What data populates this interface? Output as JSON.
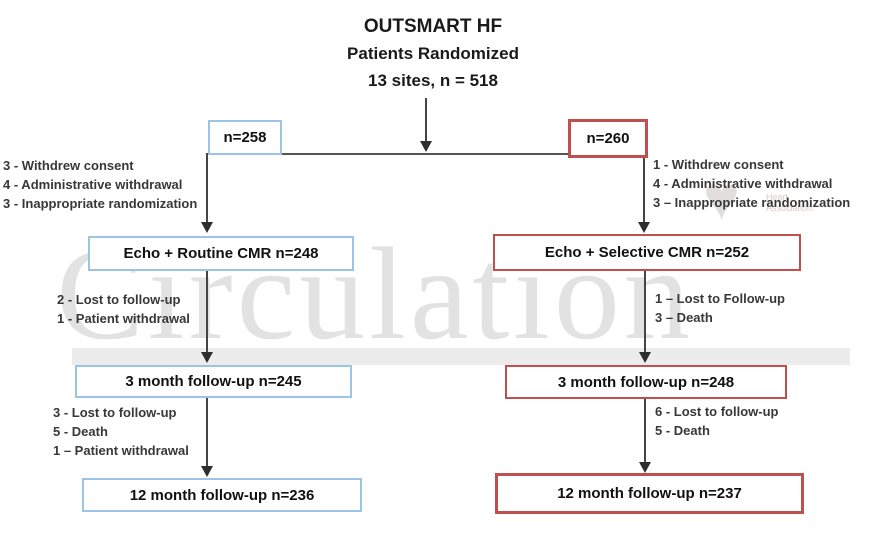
{
  "title": {
    "line1": "OUTSMART HF",
    "line2": "Patients Randomized",
    "line3": "13 sites, n = 518"
  },
  "colors": {
    "left_accent": "#9DC3E6",
    "right_accent": "#C0504D",
    "arrow": "#2e2e2e"
  },
  "arms": {
    "left": {
      "n_box": "n=258",
      "exclusions1": [
        "3 - Withdrew consent",
        "4 - Administrative withdrawal",
        "3 - Inappropriate randomization"
      ],
      "group_box": "Echo + Routine CMR n=248",
      "exclusions2": [
        "2 - Lost to follow-up",
        "1 - Patient withdrawal"
      ],
      "followup3_box": "3 month follow-up n=245",
      "exclusions3": [
        "3 - Lost to follow-up",
        "5 - Death",
        "1 – Patient withdrawal"
      ],
      "followup12_box": "12 month follow-up n=236"
    },
    "right": {
      "n_box": "n=260",
      "exclusions1": [
        "1 - Withdrew consent",
        "4 - Administrative withdrawal",
        "3 – Inappropriate randomization"
      ],
      "group_box": "Echo + Selective CMR n=252",
      "exclusions2": [
        "1 – Lost to Follow-up",
        "3 – Death"
      ],
      "followup3_box": "3 month follow-up n=248",
      "exclusions3": [
        "6 - Lost to follow-up",
        "5 - Death"
      ],
      "followup12_box": "12 month follow-up n=237"
    }
  },
  "watermark": {
    "text": "Circulation",
    "logo_line1": "Heart",
    "logo_line2": "Association."
  }
}
